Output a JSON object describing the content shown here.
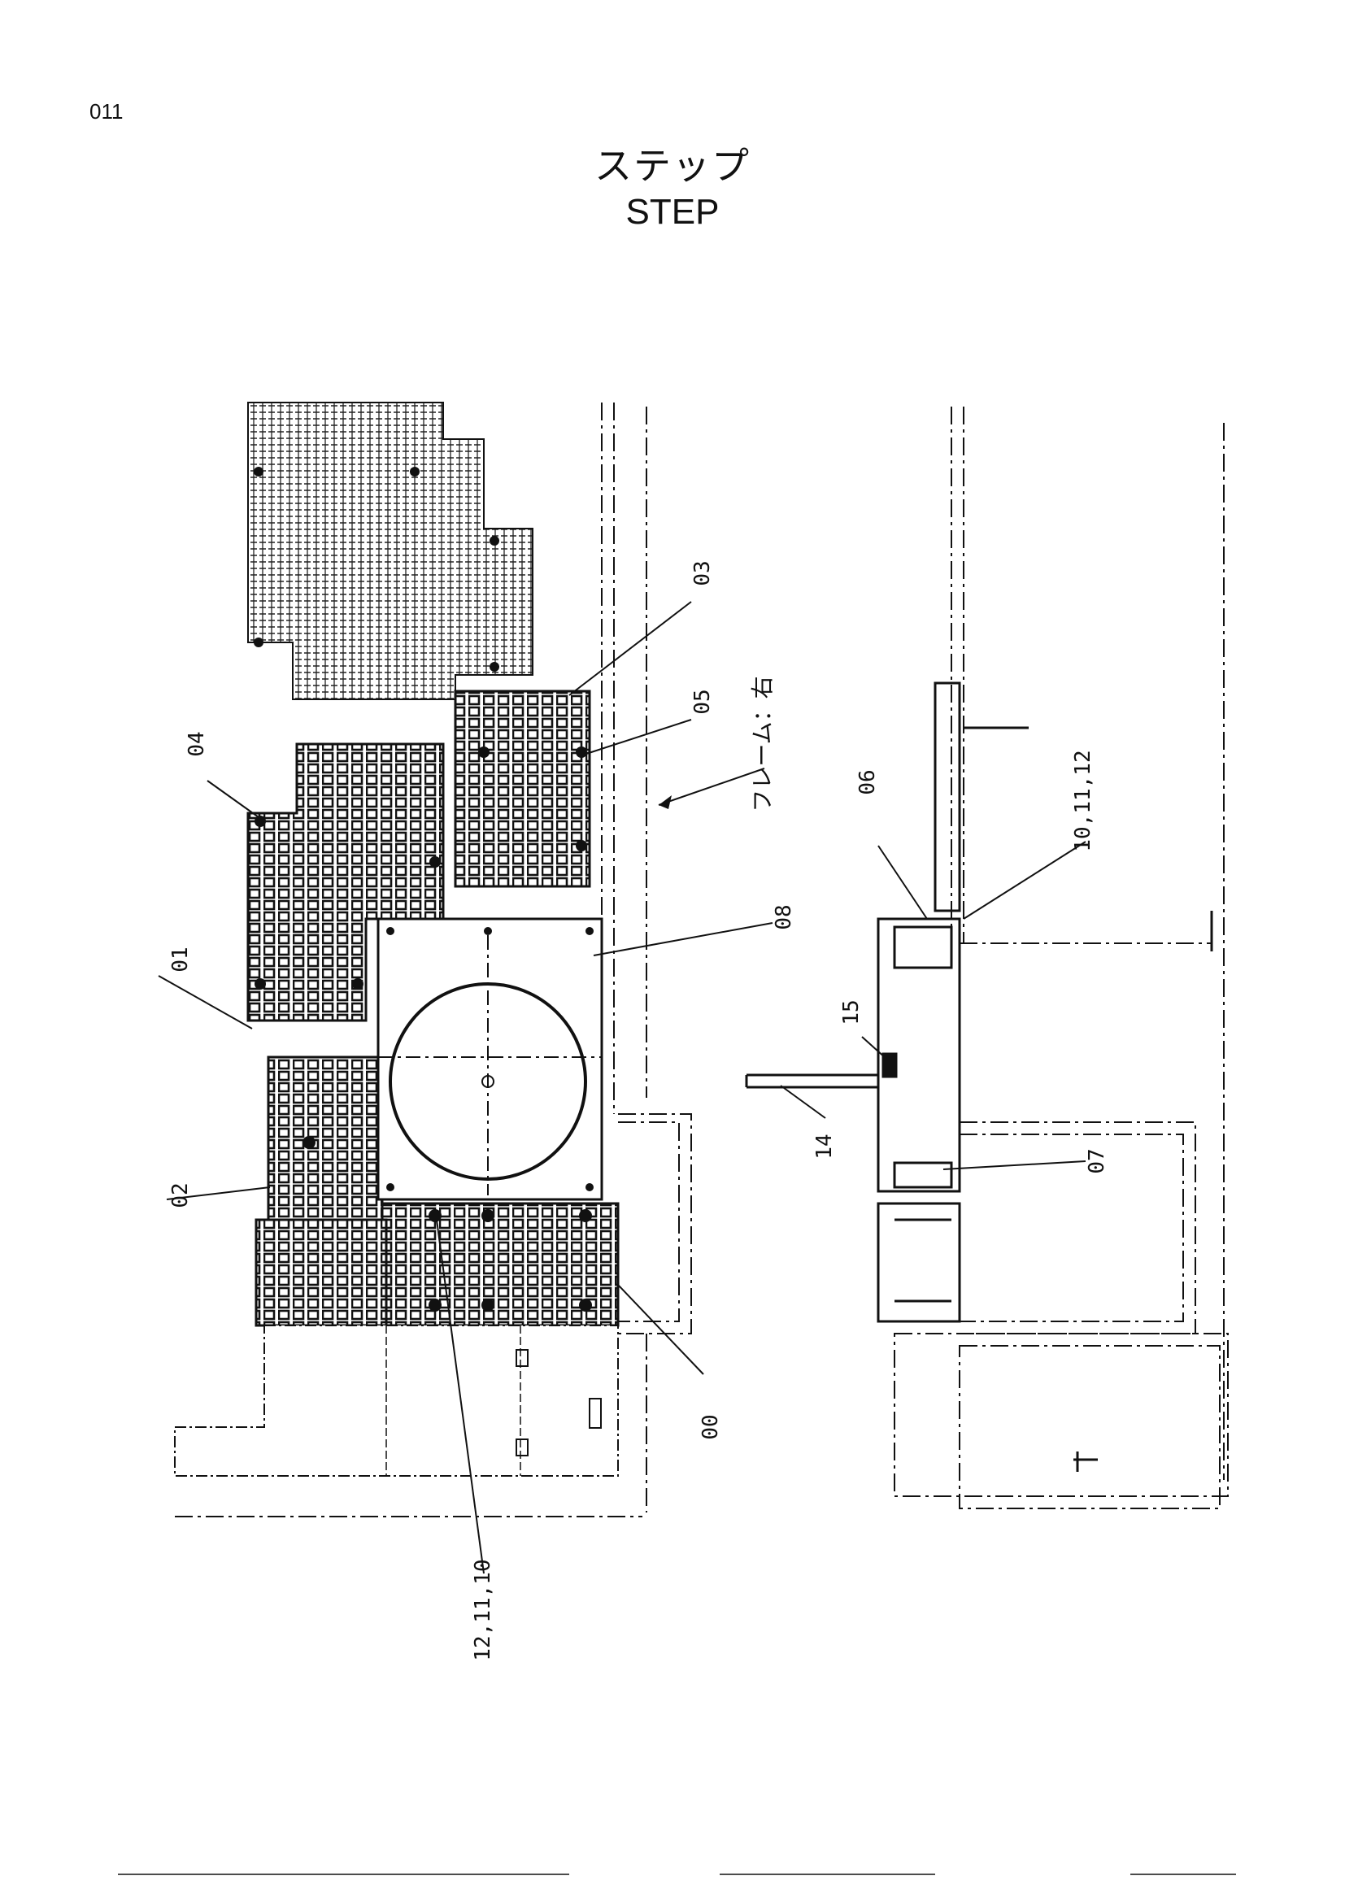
{
  "page": {
    "number": "011"
  },
  "title": {
    "japanese": "ステップ",
    "english": "STEP"
  },
  "labels": {
    "p00": "00",
    "p01": "01",
    "p02": "02",
    "p03": "03",
    "p04": "04",
    "p05": "05",
    "p06": "06",
    "p07": "07",
    "p08": "08",
    "p14": "14",
    "p15": "15",
    "bolts_left": "12,11,10",
    "bolts_right": "10,11,12",
    "frame_note": "フレーム：右"
  }
}
